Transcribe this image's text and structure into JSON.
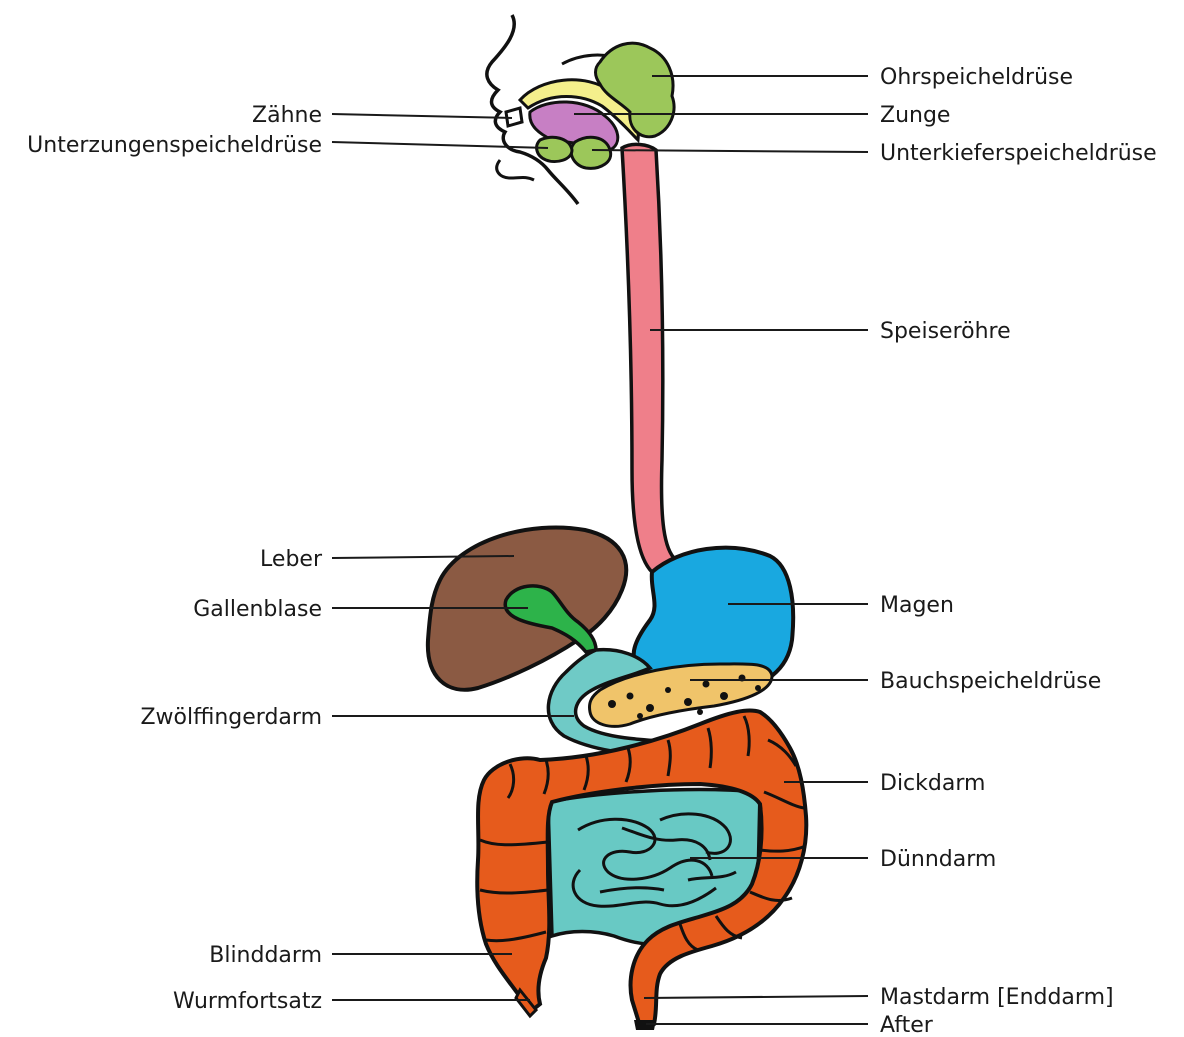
{
  "labels": {
    "zaehne": "Zähne",
    "unterzungen": "Unterzungenspeicheldrüse",
    "leber": "Leber",
    "gallenblase": "Gallenblase",
    "zwoelffinger": "Zwölffingerdarm",
    "blinddarm": "Blinddarm",
    "wurmfortsatz": "Wurmfortsatz",
    "ohrspeichel": "Ohrspeicheldrüse",
    "zunge": "Zunge",
    "unterkiefer": "Unterkieferspeicheldrüse",
    "speiseroehre": "Speiseröhre",
    "magen": "Magen",
    "bauchspeichel": "Bauchspeicheldrüse",
    "dickdarm": "Dickdarm",
    "duenndarm": "Dünndarm",
    "mastdarm": "Mastdarm [Enddarm]",
    "after": "After"
  },
  "colors": {
    "esophagus": "#ef7f8a",
    "tongue": "#c77fc4",
    "palate": "#f4ef8c",
    "gland": "#9cc75a",
    "liver": "#8b5a43",
    "gallbladder": "#2db34a",
    "stomach": "#19a8e0",
    "duodenum": "#6fcac6",
    "small_intestine": "#68c9c4",
    "large_intestine": "#e65b1c",
    "pancreas": "#f0c46a",
    "outline": "#111111"
  }
}
